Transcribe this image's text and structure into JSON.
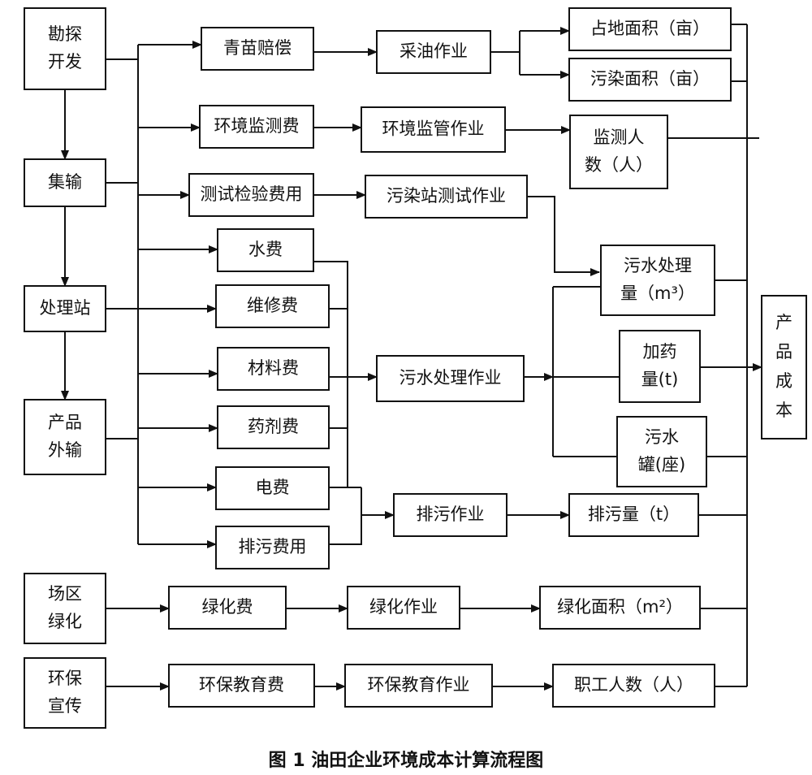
{
  "caption": "图 1   油田企业环境成本计算流程图",
  "boxes": {
    "kantan_kaifa": [
      "勘探",
      "开发"
    ],
    "jishu": [
      "集输"
    ],
    "chulizhan": [
      "处理站"
    ],
    "chanpin_waishu": [
      "产品",
      "外输"
    ],
    "changqu_lvhua": [
      "场区",
      "绿化"
    ],
    "huanbao_xuanchuan": [
      "环保",
      "宣传"
    ],
    "qingmiao_peichang": [
      "青苗赔偿"
    ],
    "huanjing_jiancefei": [
      "环境监测费"
    ],
    "ceshi_jianyan_feiyong": [
      "测试检验费用"
    ],
    "shuifei": [
      "水费"
    ],
    "weixiufei": [
      "维修费"
    ],
    "cailiaofei": [
      "材料费"
    ],
    "yaojifei": [
      "药剂费"
    ],
    "dianfei": [
      "电费"
    ],
    "paiwu_feiyong": [
      "排污费用"
    ],
    "lvhuafei": [
      "绿化费"
    ],
    "huanbao_jiaoyufei": [
      "环保教育费"
    ],
    "caiyou_zuoye": [
      "采油作业"
    ],
    "huanjing_jianguan_zuoye": [
      "环境监管作业"
    ],
    "wuranzhan_ceshi_zuoye": [
      "污染站测试作业"
    ],
    "wushui_chuli_zuoye": [
      "污水处理作业"
    ],
    "paiwu_zuoye": [
      "排污作业"
    ],
    "lvhua_zuoye": [
      "绿化作业"
    ],
    "huanbao_jiaoyu_zuoye": [
      "环保教育作业"
    ],
    "zhandi_mianji": [
      "占地面积（亩）"
    ],
    "wuran_mianji": [
      "污染面积（亩）"
    ],
    "jiance_renshu": [
      "监测人",
      "数（人）"
    ],
    "wushui_chuliliang": [
      "污水处理",
      "量（m³）"
    ],
    "jiayaoliang": [
      "加药",
      "量(t)"
    ],
    "wushuiguan": [
      "污水",
      "罐(座)"
    ],
    "paiwuliang": [
      "排污量（t）"
    ],
    "lvhua_mianji": [
      "绿化面积（m²）"
    ],
    "zhigong_renshu": [
      "职工人数（人）"
    ],
    "chanpin_chengben": [
      "产",
      "品",
      "成",
      "本"
    ]
  }
}
